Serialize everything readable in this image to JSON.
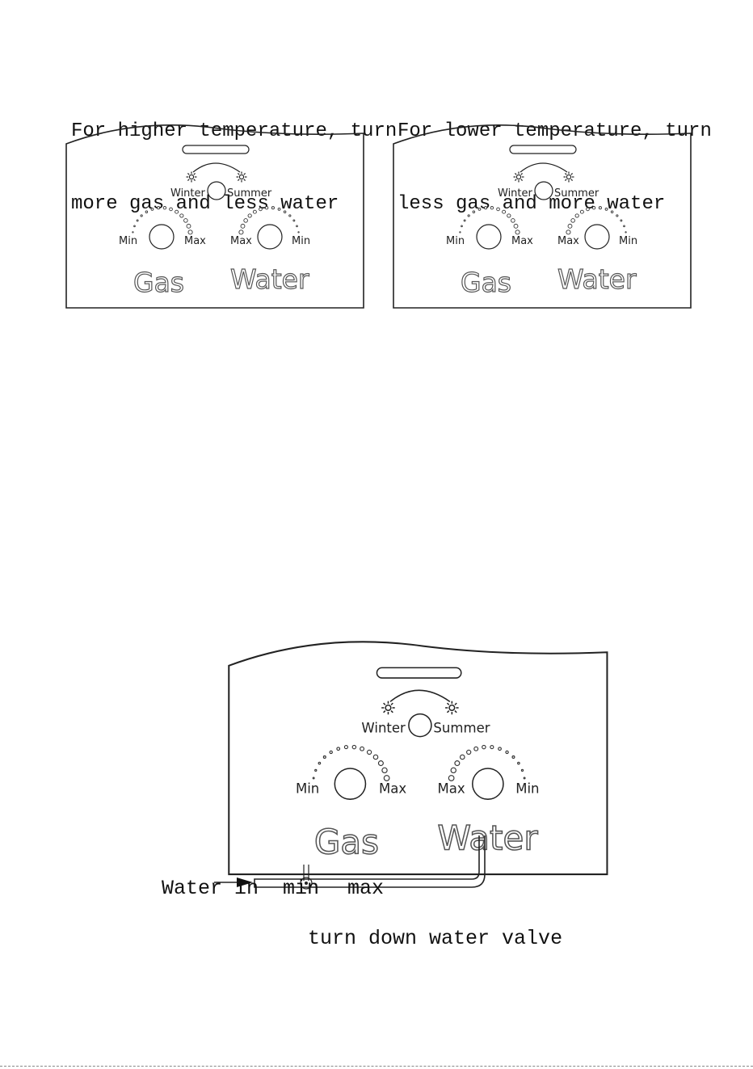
{
  "captions": {
    "left": {
      "line1": "For higher temperature, turn",
      "line2": "more gas and less water"
    },
    "right": {
      "line1": "For lower temperature, turn",
      "line2": "less gas and more water"
    }
  },
  "panel": {
    "winter": "Winter",
    "summer": "Summer",
    "gas_min": "Min",
    "gas_max": "Max",
    "water_max": "Max",
    "water_min": "Min",
    "gas": "Gas",
    "water": "Water",
    "sun_icon": "sun-icon"
  },
  "valve": {
    "water_in": "Water in",
    "min": "min",
    "max": "max",
    "instruction": "turn down water valve"
  }
}
